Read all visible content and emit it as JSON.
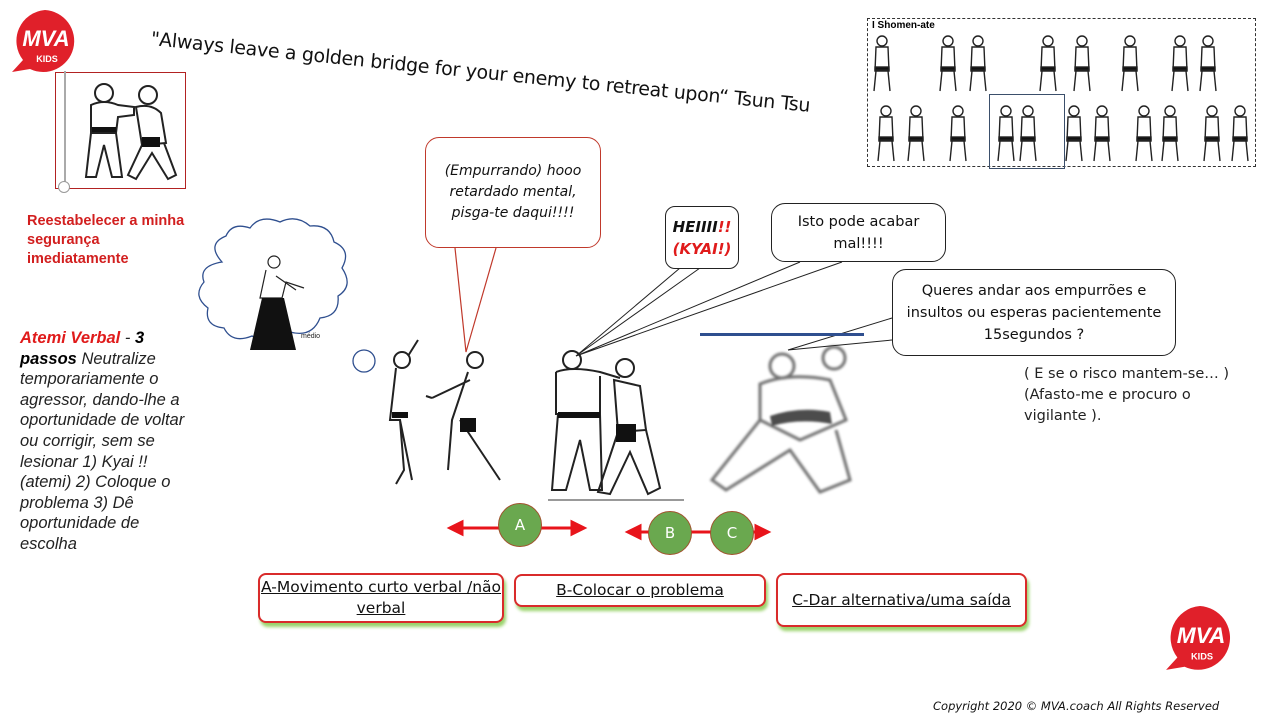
{
  "brand": {
    "logo_text": "MVA",
    "logo_subtext": "KIDS",
    "color": "#e0202a"
  },
  "quote": {
    "text": "\"Always leave a golden bridge for your enemy to retreat upon“ Tsun Tsu"
  },
  "left_panel": {
    "title": "Reestabelecer a minha segurança imediatamente",
    "atemi": {
      "title": "Atemi Verbal",
      "separator": " - ",
      "count": "3",
      "count_label": "passos",
      "body": " Neutralize temporariamente o agressor, dando-lhe a oportunidade de voltar ou corrigir, sem se  lesionar 1) Kyai !! (atemi) 2) Coloque o problema 3) Dê oportunidade de escolha"
    }
  },
  "thought_bubble": {
    "caption": "médio"
  },
  "strip": {
    "title": "I  Shomen-ate"
  },
  "bubbles": {
    "push": "(Empurrando) hooo retardado mental, pisga-te daqui!!!!",
    "kyai_line1": "HEIIII",
    "kyai_line1_mark": "!!",
    "kyai_line2": "(KYAI!)",
    "warning": "Isto pode acabar mal!!!!",
    "choice": "Queres andar aos empurrões e insultos ou esperas pacientemente 15segundos ?"
  },
  "risk_note": {
    "line1": "( E se o risco mantem-se… )",
    "line2": "(Afasto-me e procuro o",
    "line3": "vigilante )."
  },
  "markers": {
    "a": "A",
    "b": "B",
    "c": "C",
    "arrow_color": "#e8141b",
    "circle_color": "#6aa84f"
  },
  "steps": [
    {
      "label": "A-Movimento curto verbal /não verbal"
    },
    {
      "label": "B-Colocar  o problema"
    },
    {
      "label": "C-Dar alternativa/uma saída"
    }
  ],
  "footer": {
    "copyright": "Copyright 2020 © MVA.coach All Rights Reserved"
  }
}
